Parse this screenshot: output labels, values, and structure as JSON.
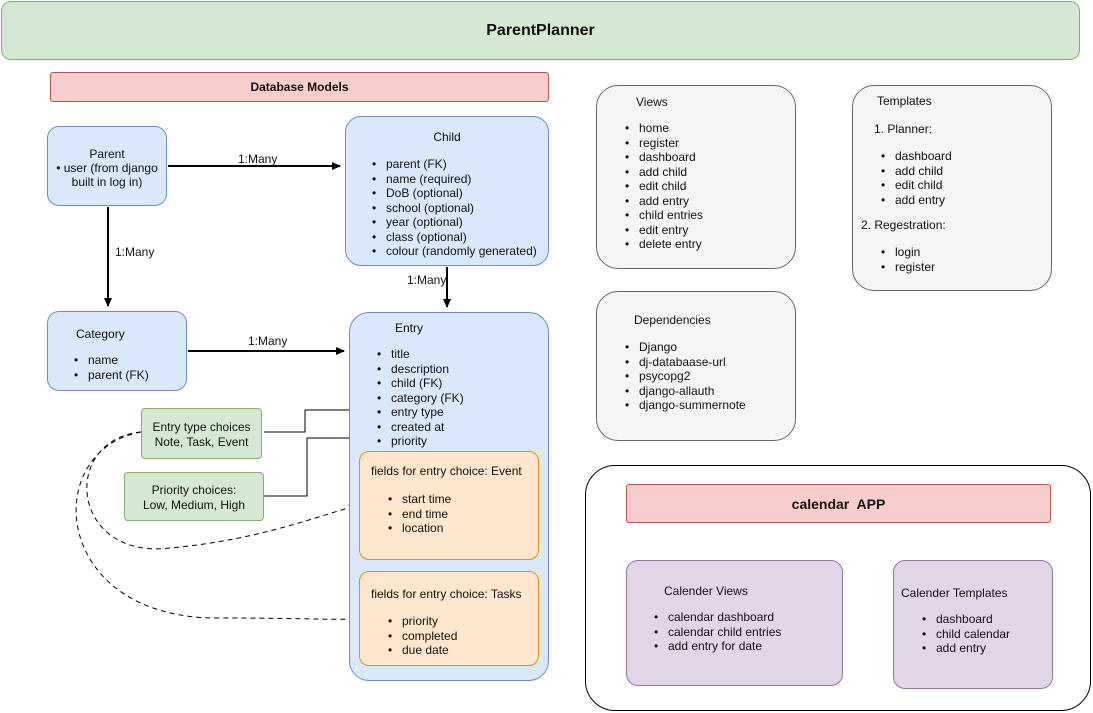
{
  "title": "ParentPlanner",
  "models_header": "Database Models",
  "parent": {
    "name": "Parent",
    "lines": [
      "• user (from django",
      "built in log in)"
    ]
  },
  "child": {
    "name": "Child",
    "fields": [
      "parent (FK)",
      "name (required)",
      "DoB (optional)",
      "school (optional)",
      "year (optional)",
      "class (optional)",
      "colour (randomly generated)"
    ]
  },
  "category": {
    "name": "Category",
    "fields": [
      "name",
      "parent (FK)"
    ]
  },
  "entry": {
    "name": "Entry",
    "fields": [
      "title",
      "description",
      "child (FK)",
      "category (FK)",
      "entry type",
      "created at",
      "priority"
    ]
  },
  "event_fields": {
    "title": "fields for entry choice: Event",
    "fields": [
      "start time",
      "end time",
      "location"
    ]
  },
  "task_fields": {
    "title": "fields for entry choice: Tasks",
    "fields": [
      "priority",
      "completed",
      "due date"
    ]
  },
  "entry_type_choices": {
    "line1": "Entry type choices",
    "line2": "Note, Task, Event"
  },
  "priority_choices": {
    "line1": "Priority choices:",
    "line2": "Low, Medium, High"
  },
  "relations": {
    "parent_child": "1:Many",
    "parent_category": "1:Many",
    "child_entry": "1:Many",
    "category_entry": "1:Many"
  },
  "views": {
    "title": "Views",
    "items": [
      "home",
      "register",
      "dashboard",
      "add child",
      "edit child",
      "add entry",
      "child entries",
      "edit entry",
      "delete entry"
    ]
  },
  "templates": {
    "title": "Templates",
    "planner_label": "1. Planner:",
    "planner_items": [
      "dashboard",
      "add child",
      "edit child",
      "add entry"
    ],
    "registration_label": "2. Regestration:",
    "registration_items": [
      "login",
      "register"
    ]
  },
  "dependencies": {
    "title": "Dependencies",
    "items": [
      "Django",
      "dj-databaase-url",
      "psycopg2",
      "django-allauth",
      "django-summernote"
    ]
  },
  "calendar_app": {
    "title": "calendar  APP",
    "views": {
      "title": "Calender Views",
      "items": [
        "calendar dashboard",
        "calendar child entries",
        "add entry for date"
      ]
    },
    "templates": {
      "title": "Calender Templates",
      "items": [
        "dashboard",
        "child calendar",
        "add entry"
      ]
    }
  }
}
